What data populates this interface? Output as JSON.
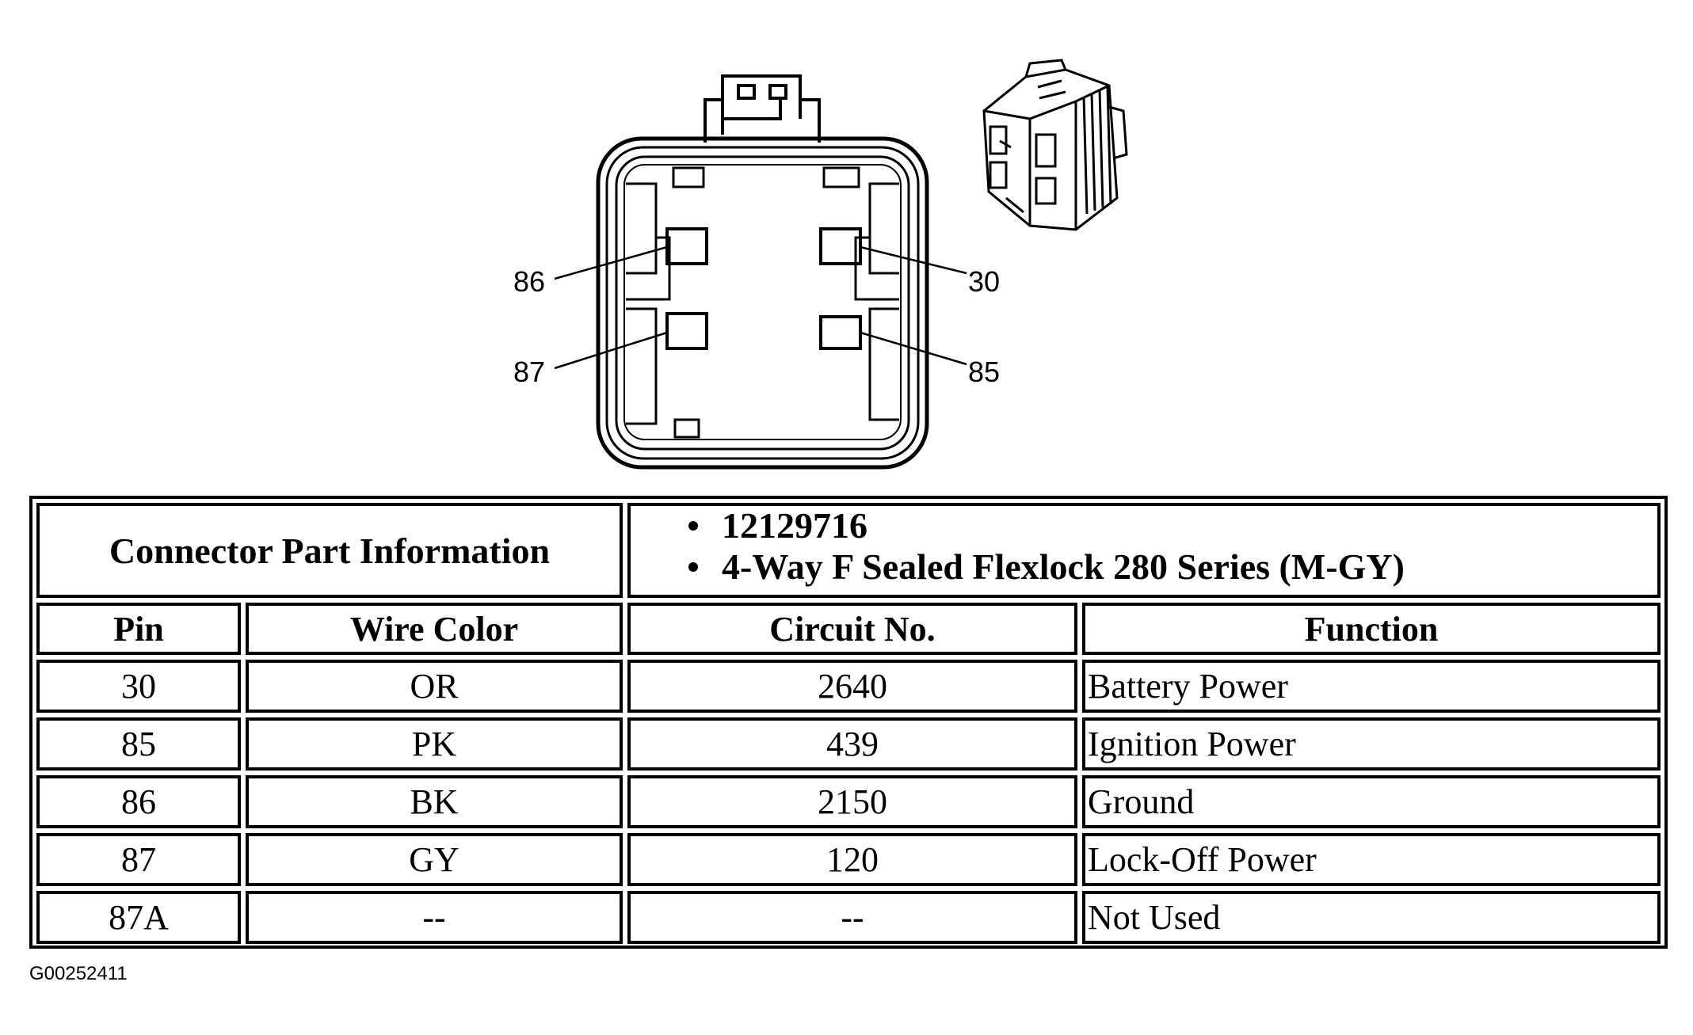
{
  "pin_callouts": [
    {
      "pin": "86"
    },
    {
      "pin": "30"
    },
    {
      "pin": "87"
    },
    {
      "pin": "85"
    }
  ],
  "connector_info": {
    "label": "Connector Part Information",
    "items": [
      "12129716",
      "4-Way F Sealed Flexlock 280 Series (M-GY)"
    ]
  },
  "table": {
    "headers": [
      "Pin",
      "Wire Color",
      "Circuit No.",
      "Function"
    ],
    "rows": [
      [
        "30",
        "OR",
        "2640",
        "Battery Power"
      ],
      [
        "85",
        "PK",
        "439",
        "Ignition Power"
      ],
      [
        "86",
        "BK",
        "2150",
        "Ground"
      ],
      [
        "87",
        "GY",
        "120",
        "Lock-Off Power"
      ],
      [
        "87A",
        "--",
        "--",
        "Not Used"
      ]
    ]
  },
  "figure_id": "G00252411"
}
